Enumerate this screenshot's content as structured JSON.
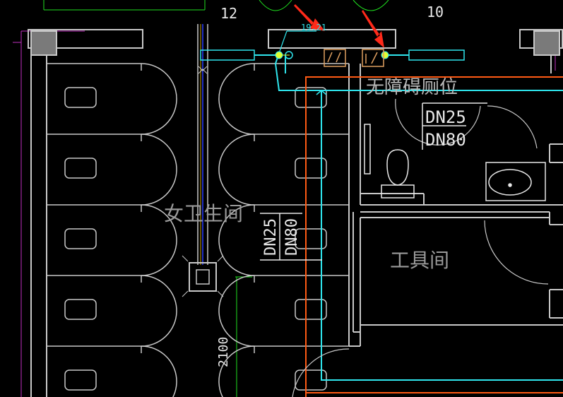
{
  "view": {
    "background": "#000000"
  },
  "colors": {
    "wall": "#c8c8c8",
    "wall_fill": "#7a7a7a",
    "pipe_cyan": "#2fe6ee",
    "pipe_orange": "#ff5a14",
    "grid_green": "#1fe01f",
    "room_magenta": "#c030c0",
    "blue_line": "#2a3cff",
    "arrow_red": "#ff2a1a",
    "valve_yellow": "#e0ff30",
    "text_white": "#e8e8e8",
    "fixture_tan": "#e0a060"
  },
  "grid_labels": {
    "axis_12": "12",
    "axis_10": "10"
  },
  "pipe_labels": {
    "top_tag": "19.21",
    "left_dn25": "DN25",
    "left_dn80": "DN80",
    "right_dn25": "DN25",
    "right_dn80": "DN80"
  },
  "room_labels": {
    "womens_wc": "女卫生间",
    "accessible_wc": "无障碍厕位",
    "tool_room": "工具间"
  },
  "dimensions": {
    "height_2100": "2100"
  },
  "icons": {
    "arrow": "red-arrow-pointer-icon",
    "valve": "yellow-valve-node-icon",
    "toilet": "toilet-fixture-icon",
    "basin": "wash-basin-icon",
    "column": "structural-column-icon",
    "drain": "floor-drain-icon"
  }
}
